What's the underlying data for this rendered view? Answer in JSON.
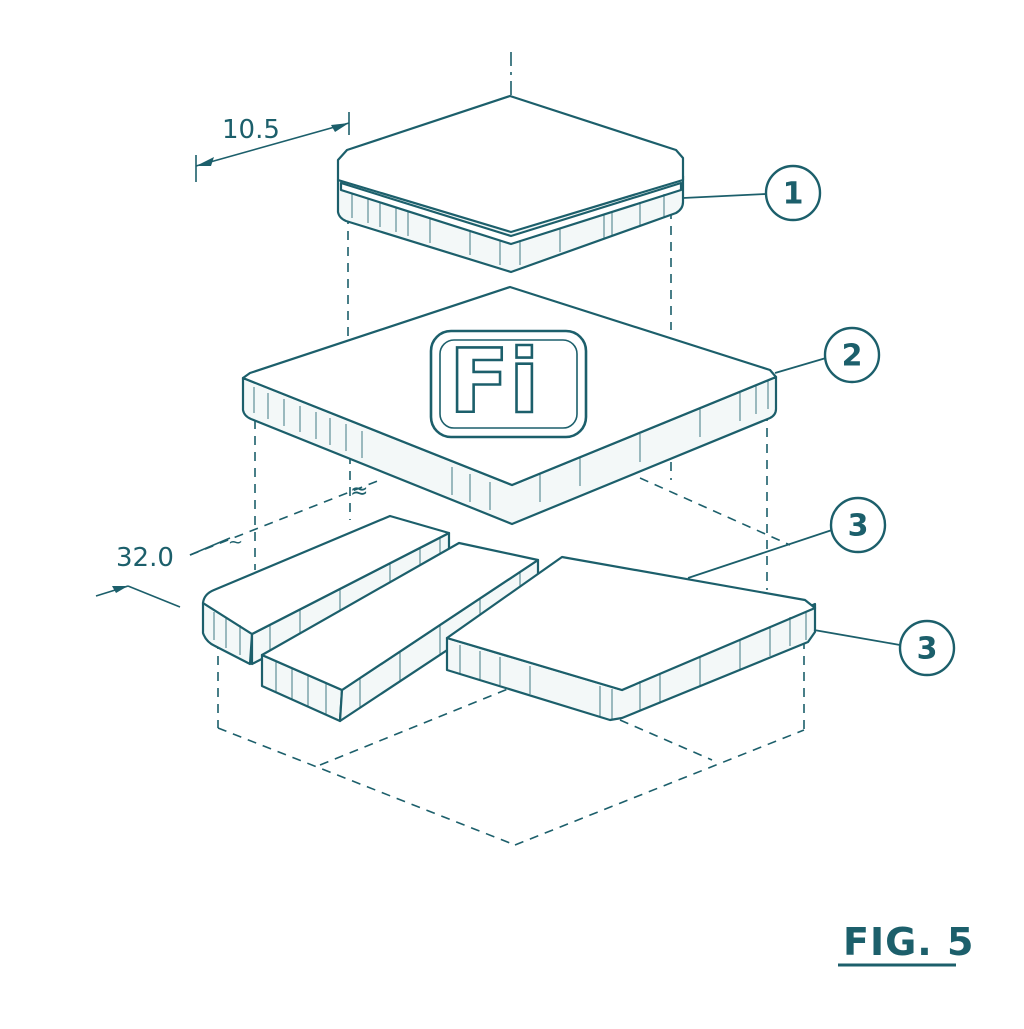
{
  "figure": {
    "label": "FIG. 5"
  },
  "dimensions": [
    {
      "id": "dim-top-width",
      "value": "10.5"
    },
    {
      "id": "dim-base-depth",
      "value": "32.0"
    }
  ],
  "callouts": [
    {
      "id": "callout-1",
      "number": "1"
    },
    {
      "id": "callout-2",
      "number": "2"
    },
    {
      "id": "callout-3a",
      "number": "3"
    },
    {
      "id": "callout-3b",
      "number": "3"
    }
  ],
  "logo": {
    "text": "Fi"
  },
  "break_symbol": "≈",
  "colors": {
    "ink": "#1c5f6b",
    "paper": "#ffffff"
  }
}
